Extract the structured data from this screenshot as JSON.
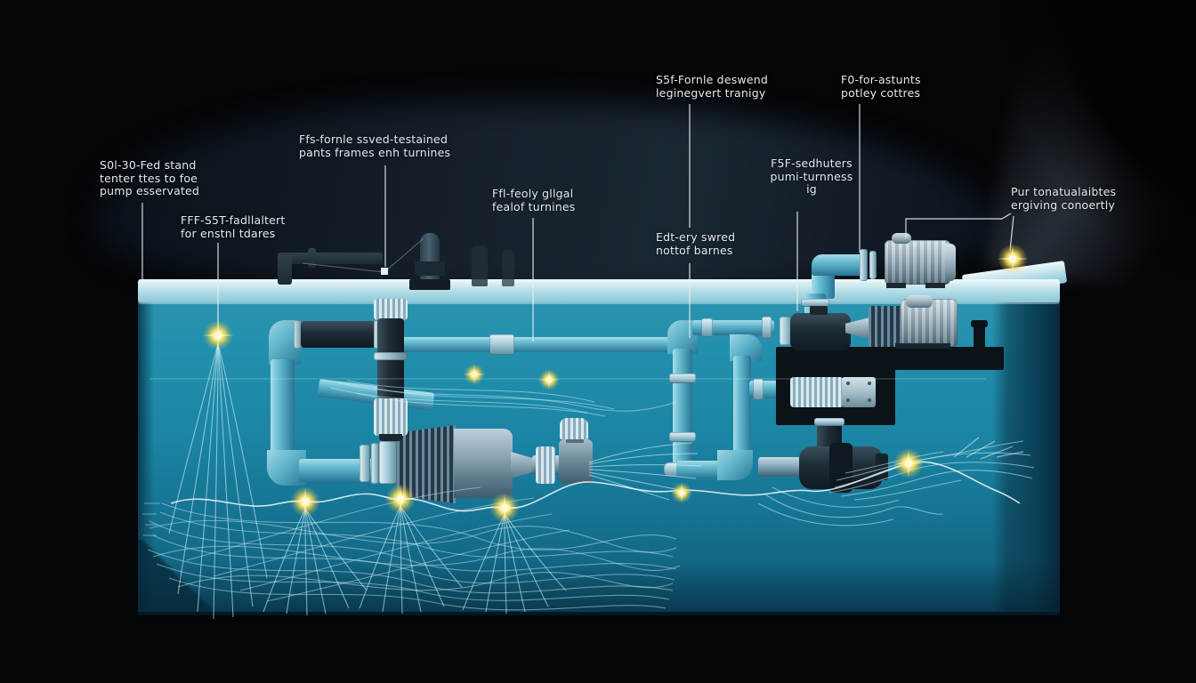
{
  "scene": {
    "description": "Cutaway diagram of an underwater piping and pump system inside a water tank, with glowing indicator lights, flow streamlines and annotation callouts",
    "colors": {
      "background": "#05070c",
      "water": "#1b83a3",
      "water_surface": "#c9e7ee",
      "pipe": "#5fb7cd",
      "machinery_silver": "#a9bcc7",
      "mounting_plate": "#0c1318",
      "glow_light": "#ffe96b",
      "streamline": "#bfe8f0",
      "label_text": "#e4e9ec",
      "leader_line": "#dde4e8"
    }
  },
  "labels": [
    {
      "id": "label-1",
      "lines": [
        "S0l-30-Fed stand",
        "tenter ttes to foe",
        "pump esservated"
      ]
    },
    {
      "id": "label-2",
      "lines": [
        "FFF-S5T-fadllaltert",
        "for enstnl tdares"
      ]
    },
    {
      "id": "label-3",
      "lines": [
        "Ffs-fornle ssved-testained",
        "pants frames enh turnines"
      ]
    },
    {
      "id": "label-4",
      "lines": [
        "Ffl-feoly gllgal",
        "fealof turnines"
      ]
    },
    {
      "id": "label-5",
      "lines": [
        "S5f-Fornle deswend",
        "leginegvert tranigy"
      ]
    },
    {
      "id": "label-6",
      "lines": [
        "Edt-ery swred",
        "nottof barnes"
      ]
    },
    {
      "id": "label-7",
      "lines": [
        "F5F-sedhuters",
        "pumi-turnness",
        "ig"
      ]
    },
    {
      "id": "label-8",
      "lines": [
        "F0-for-astunts",
        "potley cottres"
      ]
    },
    {
      "id": "label-9",
      "lines": [
        "Pur tonatualaibtes",
        "ergiving conoertly"
      ]
    }
  ]
}
